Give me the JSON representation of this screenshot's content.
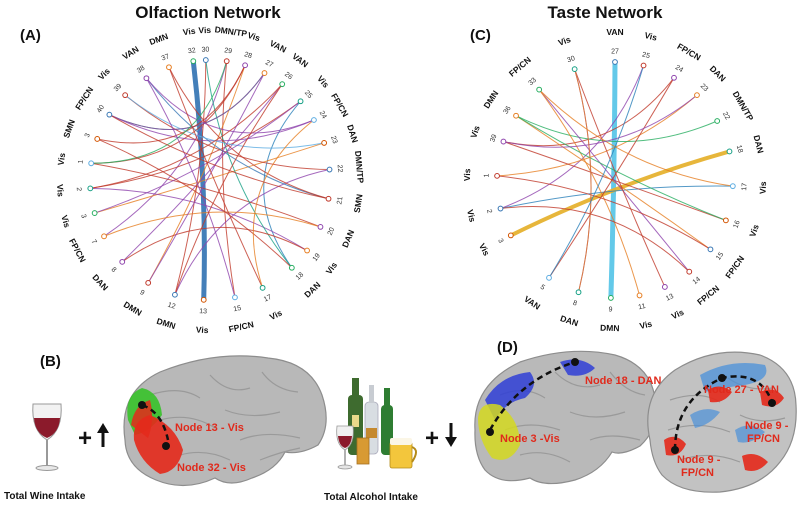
{
  "panels": {
    "A": "(A)",
    "B": "(B)",
    "C": "(C)",
    "D": "(D)"
  },
  "olfaction": {
    "title": "Olfaction Network",
    "nodes": [
      {
        "num": "30",
        "lab": "Vis",
        "a": -2
      },
      {
        "num": "29",
        "lab": "DMN/TP",
        "a": 8
      },
      {
        "num": "28",
        "lab": "Vis",
        "a": 17
      },
      {
        "num": "27",
        "lab": "VAN",
        "a": 27
      },
      {
        "num": "26",
        "lab": "VAN",
        "a": 37
      },
      {
        "num": "25",
        "lab": "Vis",
        "a": 49
      },
      {
        "num": "24",
        "lab": "FP/CN",
        "a": 60
      },
      {
        "num": "23",
        "lab": "DAN",
        "a": 72
      },
      {
        "num": "22",
        "lab": "DMN/TP",
        "a": 85
      },
      {
        "num": "21",
        "lab": "SMN",
        "a": 99
      },
      {
        "num": "20",
        "lab": "DAN",
        "a": 113
      },
      {
        "num": "19",
        "lab": "Vis",
        "a": 126
      },
      {
        "num": "18",
        "lab": "DAN",
        "a": 137
      },
      {
        "num": "17",
        "lab": "Vis",
        "a": 154
      },
      {
        "num": "15",
        "lab": "FP/CN",
        "a": 168
      },
      {
        "num": "13",
        "lab": "Vis",
        "a": 183
      },
      {
        "num": "12",
        "lab": "DMN",
        "a": 197
      },
      {
        "num": "9",
        "lab": "DMN",
        "a": 211
      },
      {
        "num": "8",
        "lab": "DAN",
        "a": 227
      },
      {
        "num": "7",
        "lab": "FP/CN",
        "a": 242
      },
      {
        "num": "3",
        "lab": "Vis",
        "a": 254
      },
      {
        "num": "2",
        "lab": "Vis",
        "a": 266
      },
      {
        "num": "1",
        "lab": "Vis",
        "a": 278
      },
      {
        "num": "3",
        "lab": "SMN",
        "a": 290
      },
      {
        "num": "40",
        "lab": "FP/CN",
        "a": 303
      },
      {
        "num": "39",
        "lab": "Vis",
        "a": 315
      },
      {
        "num": "38",
        "lab": "VAN",
        "a": 328
      },
      {
        "num": "37",
        "lab": "DMN",
        "a": 340
      },
      {
        "num": "32",
        "lab": "Vis",
        "a": 352
      }
    ],
    "edges": [
      [
        28,
        15,
        "#3a78b5",
        5
      ],
      [
        1,
        14,
        "#c0392b",
        1
      ],
      [
        1,
        19,
        "#8e44ad",
        1
      ],
      [
        2,
        17,
        "#e67e22",
        1
      ],
      [
        2,
        22,
        "#c0392b",
        1
      ],
      [
        3,
        24,
        "#27ae60",
        1
      ],
      [
        4,
        18,
        "#8e44ad",
        1
      ],
      [
        5,
        21,
        "#c0392b",
        1
      ],
      [
        5,
        12,
        "#2980b9",
        1
      ],
      [
        6,
        24,
        "#8e44ad",
        1
      ],
      [
        7,
        20,
        "#e67e22",
        1
      ],
      [
        8,
        25,
        "#c0392b",
        1
      ],
      [
        8,
        16,
        "#8e44ad",
        1
      ],
      [
        9,
        26,
        "#3a78b5",
        1
      ],
      [
        10,
        22,
        "#c0392b",
        1
      ],
      [
        11,
        21,
        "#8e44ad",
        1
      ],
      [
        0,
        16,
        "#c0392b",
        1
      ],
      [
        0,
        12,
        "#16a085",
        1
      ],
      [
        27,
        9,
        "#c0392b",
        1
      ],
      [
        26,
        6,
        "#8e44ad",
        1
      ],
      [
        25,
        7,
        "#5dade2",
        1
      ],
      [
        24,
        3,
        "#8e44ad",
        1
      ],
      [
        23,
        2,
        "#c0392b",
        1
      ],
      [
        22,
        1,
        "#27ae60",
        1
      ],
      [
        21,
        4,
        "#c0392b",
        1
      ],
      [
        20,
        5,
        "#8e44ad",
        1
      ],
      [
        19,
        10,
        "#e67e22",
        1
      ],
      [
        18,
        11,
        "#c0392b",
        1
      ],
      [
        17,
        3,
        "#8e44ad",
        1
      ],
      [
        13,
        27,
        "#c0392b",
        1
      ],
      [
        14,
        26,
        "#8e44ad",
        1
      ],
      [
        12,
        23,
        "#c0392b",
        1
      ],
      [
        16,
        4,
        "#c0392b",
        1
      ],
      [
        6,
        13,
        "#e67e22",
        1
      ],
      [
        9,
        24,
        "#c0392b",
        1
      ]
    ]
  },
  "taste": {
    "title": "Taste Network",
    "nodes": [
      {
        "num": "27",
        "lab": "VAN",
        "a": 0
      },
      {
        "num": "25",
        "lab": "Vis",
        "a": 14
      },
      {
        "num": "24",
        "lab": "FP/CN",
        "a": 30
      },
      {
        "num": "23",
        "lab": "DAN",
        "a": 44
      },
      {
        "num": "22",
        "lab": "DMN/TP",
        "a": 60
      },
      {
        "num": "18",
        "lab": "DAN",
        "a": 76
      },
      {
        "num": "17",
        "lab": "Vis",
        "a": 93
      },
      {
        "num": "16",
        "lab": "Vis",
        "a": 110
      },
      {
        "num": "15",
        "lab": "FP/CN",
        "a": 126
      },
      {
        "num": "14",
        "lab": "FP/CN",
        "a": 141
      },
      {
        "num": "13",
        "lab": "Vis",
        "a": 155
      },
      {
        "num": "11",
        "lab": "Vis",
        "a": 168
      },
      {
        "num": "9",
        "lab": "DMN",
        "a": 182
      },
      {
        "num": "8",
        "lab": "DAN",
        "a": 198
      },
      {
        "num": "5",
        "lab": "VAN",
        "a": 214
      },
      {
        "num": "3",
        "lab": "Vis",
        "a": 242
      },
      {
        "num": "2",
        "lab": "Vis",
        "a": 256
      },
      {
        "num": "1",
        "lab": "Vis",
        "a": 272
      },
      {
        "num": "39",
        "lab": "Vis",
        "a": 289
      },
      {
        "num": "36",
        "lab": "DMN",
        "a": 303
      },
      {
        "num": "33",
        "lab": "FP/CN",
        "a": 320
      },
      {
        "num": "30",
        "lab": "Vis",
        "a": 340
      }
    ],
    "edges": [
      [
        0,
        12,
        "#5bc6e8",
        5
      ],
      [
        5,
        15,
        "#e6b230",
        4
      ],
      [
        1,
        16,
        "#8e44ad",
        1
      ],
      [
        2,
        18,
        "#c0392b",
        1
      ],
      [
        3,
        17,
        "#e67e22",
        1
      ],
      [
        4,
        19,
        "#27ae60",
        1
      ],
      [
        6,
        16,
        "#2980b9",
        1
      ],
      [
        7,
        18,
        "#c0392b",
        1
      ],
      [
        8,
        19,
        "#e67e22",
        1
      ],
      [
        9,
        20,
        "#8e44ad",
        1
      ],
      [
        10,
        21,
        "#c0392b",
        1
      ],
      [
        11,
        20,
        "#e67e22",
        1
      ],
      [
        13,
        21,
        "#8e44ad",
        1
      ],
      [
        14,
        2,
        "#c0392b",
        1
      ],
      [
        19,
        7,
        "#27ae60",
        1
      ],
      [
        20,
        6,
        "#e67e22",
        1
      ],
      [
        17,
        8,
        "#c0392b",
        1
      ],
      [
        18,
        3,
        "#8e44ad",
        1
      ],
      [
        21,
        13,
        "#e67e22",
        1
      ],
      [
        1,
        14,
        "#2980b9",
        1
      ],
      [
        16,
        9,
        "#c0392b",
        1
      ]
    ]
  },
  "bottom": {
    "wine_caption": "Total Wine Intake",
    "alcohol_caption": "Total Alcohol Intake",
    "plus": "+",
    "node_b1": "Node 13 - Vis",
    "node_b2": "Node 32 - Vis",
    "node_d1": "Node 18 - DAN",
    "node_d2": "Node 3 -Vis",
    "node_d3": "Node 27 - VAN",
    "node_d4a": "Node 9 -",
    "node_d4b": "FP/CN",
    "node_d5a": "Node 9 -",
    "node_d5b": "FP/CN"
  }
}
